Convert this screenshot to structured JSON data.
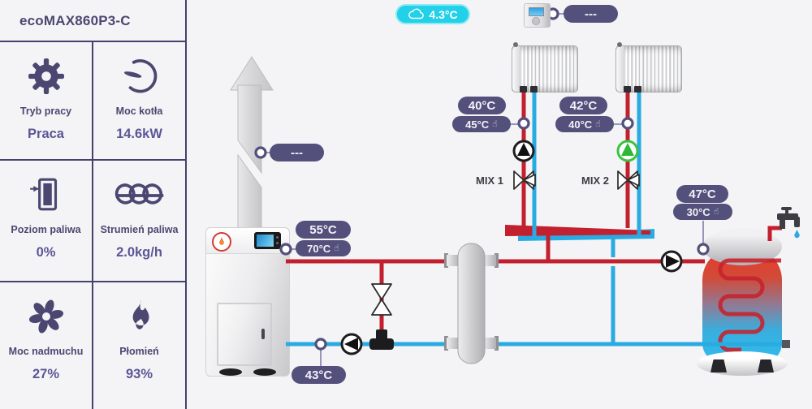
{
  "app": {
    "title": "ecoMAX860P3-C"
  },
  "glyphs": {
    "hand": "☝"
  },
  "sidebar": {
    "tiles": [
      {
        "id": "work-mode",
        "label": "Tryb pracy",
        "value": "Praca"
      },
      {
        "id": "boiler-power",
        "label": "Moc kotła",
        "value": "14.6kW"
      },
      {
        "id": "fuel-level",
        "label": "Poziom paliwa",
        "value": "0%"
      },
      {
        "id": "fuel-stream",
        "label": "Strumień paliwa",
        "value": "2.0kg/h"
      },
      {
        "id": "fan-power",
        "label": "Moc nadmuchu",
        "value": "27%"
      },
      {
        "id": "flame",
        "label": "Płomień",
        "value": "93%"
      }
    ]
  },
  "weather": {
    "outdoor_temp": "4.3°C"
  },
  "room_thermostat": {
    "value": "---"
  },
  "chimney": {
    "exhaust_temp": "---"
  },
  "boiler": {
    "temp": "55°C",
    "setpoint": "70°C"
  },
  "return_line": {
    "temp": "43°C"
  },
  "circuits": [
    {
      "name": "MIX 1",
      "temp": "40°C",
      "setpoint": "45°C"
    },
    {
      "name": "MIX 2",
      "temp": "42°C",
      "setpoint": "40°C"
    }
  ],
  "dhw": {
    "temp": "47°C",
    "setpoint": "30°C"
  },
  "colors": {
    "accent_purple": "#53507b",
    "pipe_red": "#c2202e",
    "pipe_blue": "#29abe2",
    "weather_cyan": "#22d0e8",
    "pump_green": "#35c23c"
  }
}
